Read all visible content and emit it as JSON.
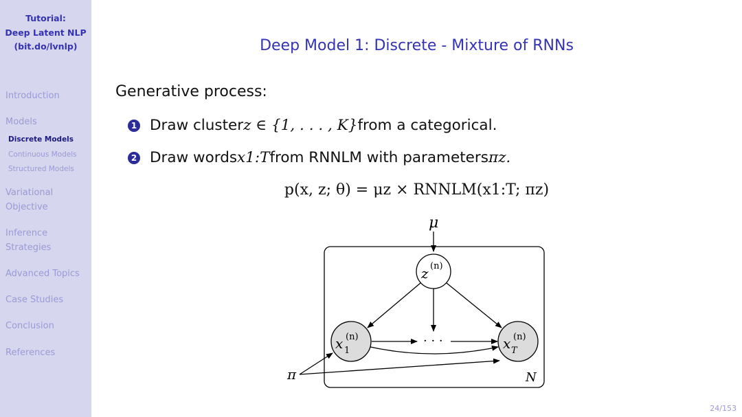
{
  "sidebar": {
    "brand": [
      "Tutorial:",
      "Deep Latent NLP",
      "(bit.do/lvnlp)"
    ],
    "sections": [
      {
        "label": "Introduction"
      },
      {
        "label": "Models"
      },
      {
        "label": "Variational"
      },
      {
        "label": "Objective"
      },
      {
        "label": "Inference"
      },
      {
        "label": "Strategies"
      },
      {
        "label": "Advanced Topics"
      },
      {
        "label": "Case Studies"
      },
      {
        "label": "Conclusion"
      },
      {
        "label": "References"
      }
    ],
    "subsections": [
      {
        "label": "Discrete Models",
        "active": true
      },
      {
        "label": "Continuous Models",
        "active": false
      },
      {
        "label": "Structured Models",
        "active": false
      }
    ]
  },
  "slide": {
    "title": "Deep Model 1: Discrete - Mixture of RNNs",
    "lead": "Generative process:",
    "items": [
      {
        "num": "1",
        "pre": "Draw cluster ",
        "math": "z ∈ {1, . . . , K}",
        "post": " from a categorical."
      },
      {
        "num": "2",
        "pre": "Draw words ",
        "math": "x1:T",
        "post": " from RNNLM with parameters ",
        "math2": "πz."
      }
    ],
    "equation": "p(x, z; θ) = μz × RNNLM(x1:T; πz)"
  },
  "diagram": {
    "mu": "μ",
    "z": "z",
    "z_sup": "(n)",
    "x1": "x",
    "x1_sub": "1",
    "x1_sup": "(n)",
    "xT": "x",
    "xT_sub": "T",
    "xT_sup": "(n)",
    "dots": "· · ·",
    "pi": "π",
    "plate": "N"
  },
  "footer": {
    "page": "24/153"
  }
}
